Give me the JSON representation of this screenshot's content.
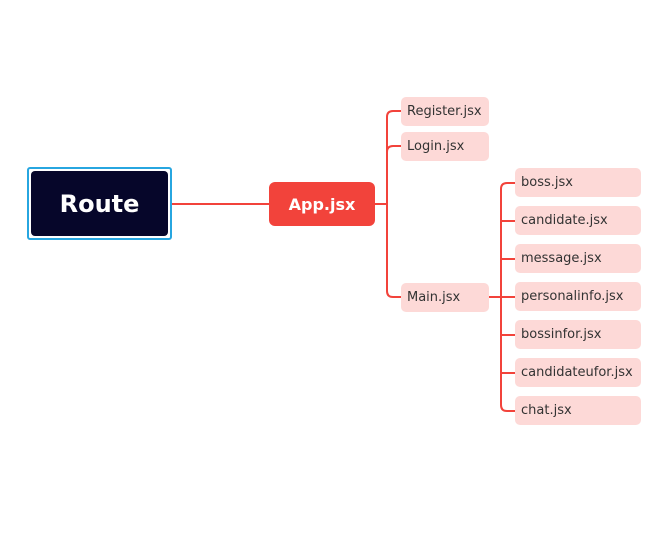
{
  "mindmap": {
    "colors": {
      "root_fill": "#06062a",
      "root_border": "#27a6e0",
      "primary_fill": "#f2433b",
      "leaf_fill": "#fdd9d7",
      "connector": "#f2433b"
    },
    "root": {
      "label": "Route"
    },
    "app": {
      "label": "App.jsx"
    },
    "level2": {
      "register": "Register.jsx",
      "login": "Login.jsx",
      "main": "Main.jsx"
    },
    "main_children": [
      "boss.jsx",
      "candidate.jsx",
      "message.jsx",
      "personalinfo.jsx",
      "bossinfor.jsx",
      "candidateufor.jsx",
      "chat.jsx"
    ]
  }
}
